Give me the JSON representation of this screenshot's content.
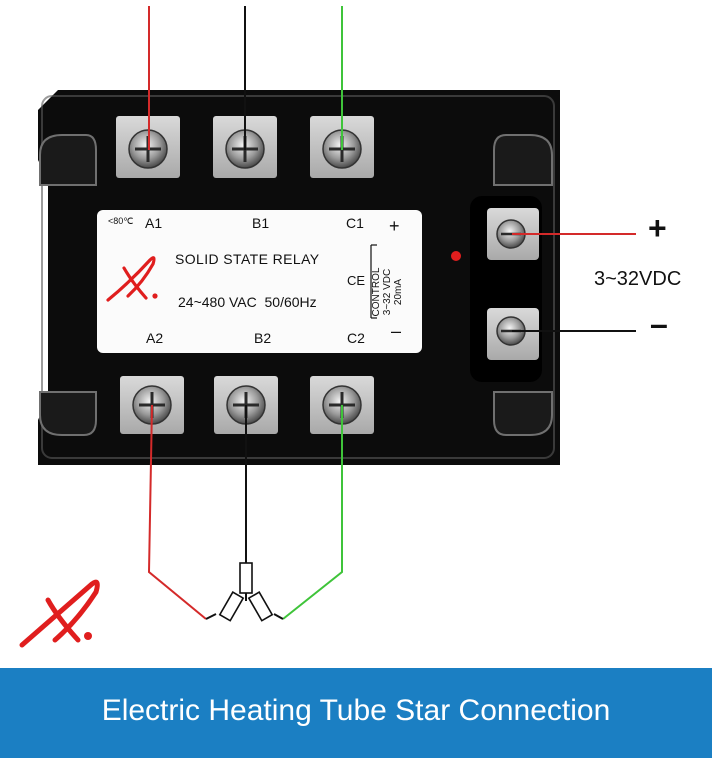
{
  "label": {
    "temp_note": "<80℃",
    "terminals_top": [
      "A1",
      "B1",
      "C1"
    ],
    "terminals_bottom": [
      "A2",
      "B2",
      "C2"
    ],
    "title": "SOLID STATE RELAY",
    "ce_mark": "CE",
    "rating": "24~480 VAC  50/60Hz",
    "control": {
      "line1": "CONTROL",
      "line2": "3~32 VDC",
      "line3": "20mA",
      "plus": "+",
      "minus": "–"
    }
  },
  "control_input": {
    "plus": "+",
    "voltage": "3~32VDC",
    "minus": "–"
  },
  "footer": {
    "title": "Electric Heating Tube Star Connection"
  },
  "colors": {
    "phase_a": "#d42a2a",
    "phase_b": "#111111",
    "phase_c": "#3fc43a",
    "footer_bg": "#1b7fc3",
    "logo": "#e01e1e",
    "indicator": "#e01e1e"
  }
}
